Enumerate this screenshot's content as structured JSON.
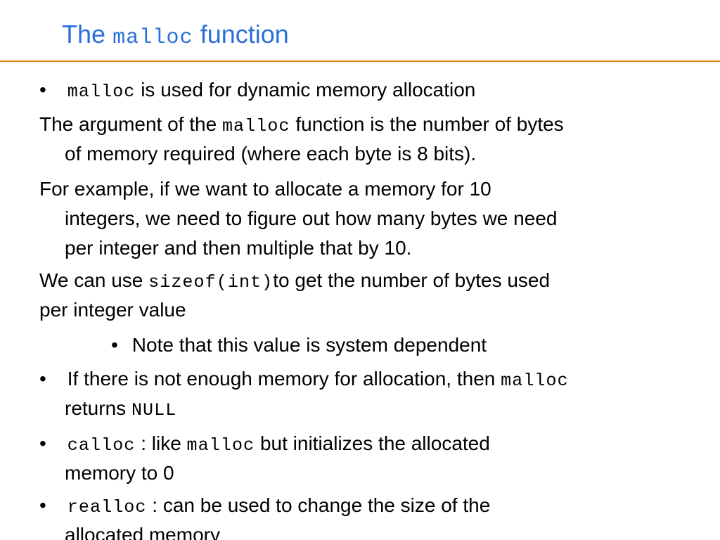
{
  "colors": {
    "title": "#2b6fd8",
    "rule": "#d9861c",
    "text": "#000000"
  },
  "title": {
    "pre": "The",
    "code": "malloc",
    "post": "function"
  },
  "bullet_glyph": "•",
  "items": {
    "b1": {
      "code": "malloc",
      "text": "is used for dynamic memory allocation"
    },
    "p1": {
      "pre": "The argument of the",
      "code": "malloc",
      "post": "function is the number of bytes",
      "line2": "of memory required (where each byte is 8 bits)."
    },
    "p2": {
      "line1": "For example, if we want to allocate a memory for 10",
      "line2": "integers, we need to figure out how many bytes we need",
      "line3": "per integer and then multiple that by 10."
    },
    "p3": {
      "pre": "We can use",
      "code": "sizeof(int)",
      "post": "to get the number of bytes used",
      "line2": "per integer value"
    },
    "sub1": {
      "text": "Note that this value is system dependent"
    },
    "b2": {
      "pre": "If there is not enough memory for allocation, then",
      "code": "malloc",
      "line2_pre": "returns",
      "line2_code": "NULL"
    },
    "b3": {
      "code": "calloc",
      "mid": ": like",
      "code2": "malloc",
      "post": "but initializes the allocated",
      "line2": "memory to 0"
    },
    "b4": {
      "code": "realloc",
      "post": ": can be used to change the size of the",
      "line2": "allocated memory"
    }
  }
}
